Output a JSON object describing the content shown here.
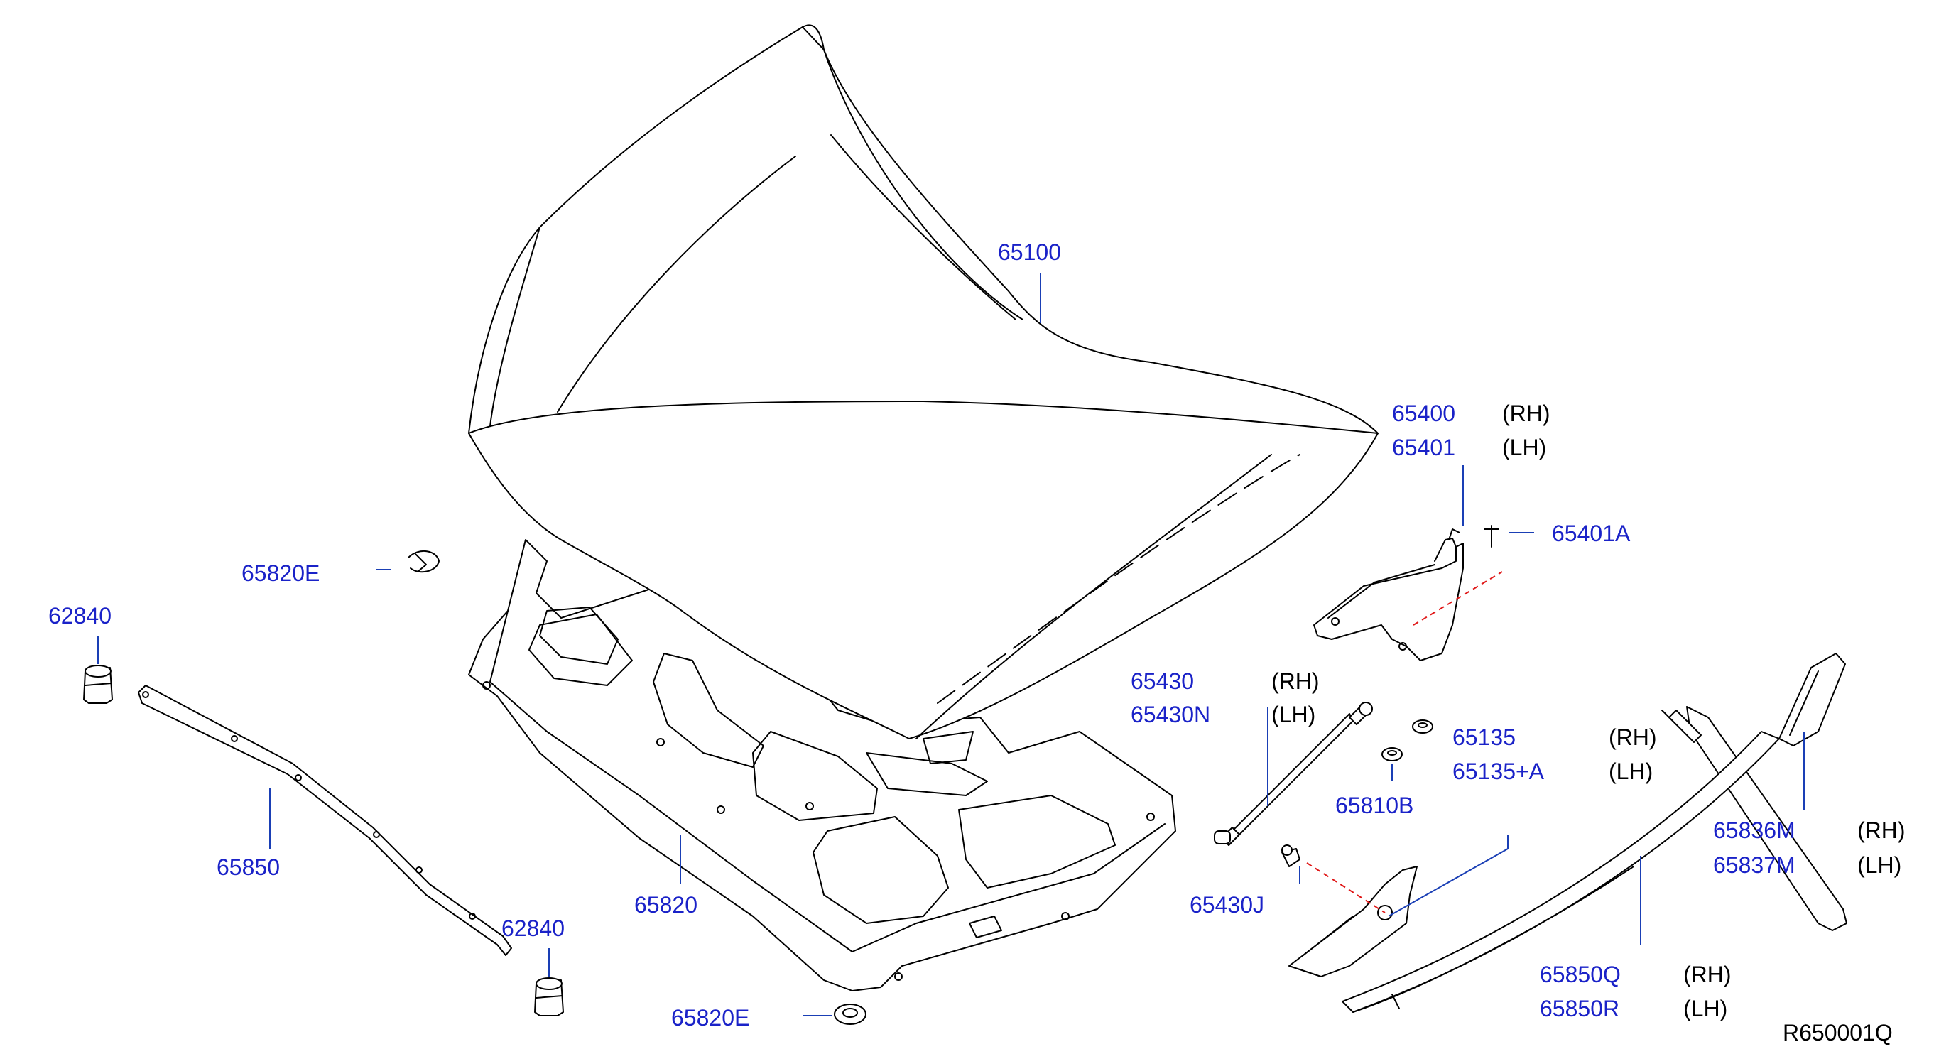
{
  "callouts": [
    {
      "part": "65100",
      "side": ""
    },
    {
      "part": "65400",
      "side": "(RH)"
    },
    {
      "part": "65401",
      "side": "(LH)"
    },
    {
      "part": "65401A",
      "side": ""
    },
    {
      "part": "65820E",
      "side": ""
    },
    {
      "part": "62840",
      "side": ""
    },
    {
      "part": "65850",
      "side": ""
    },
    {
      "part": "62840",
      "side": ""
    },
    {
      "part": "65820",
      "side": ""
    },
    {
      "part": "65820E",
      "side": ""
    },
    {
      "part": "65430",
      "side": "(RH)"
    },
    {
      "part": "65430N",
      "side": "(LH)"
    },
    {
      "part": "65135",
      "side": "(RH)"
    },
    {
      "part": "65135+A",
      "side": "(LH)"
    },
    {
      "part": "65810B",
      "side": ""
    },
    {
      "part": "65430J",
      "side": ""
    },
    {
      "part": "65836M",
      "side": "(RH)"
    },
    {
      "part": "65837M",
      "side": "(LH)"
    },
    {
      "part": "65850Q",
      "side": "(RH)"
    },
    {
      "part": "65850R",
      "side": "(LH)"
    }
  ],
  "diagram_ref": "R650001Q",
  "colors": {
    "part_number": "#1a22c8",
    "leader": "#1a3fb5",
    "dashed": "#e01818",
    "drawing": "#000000"
  }
}
